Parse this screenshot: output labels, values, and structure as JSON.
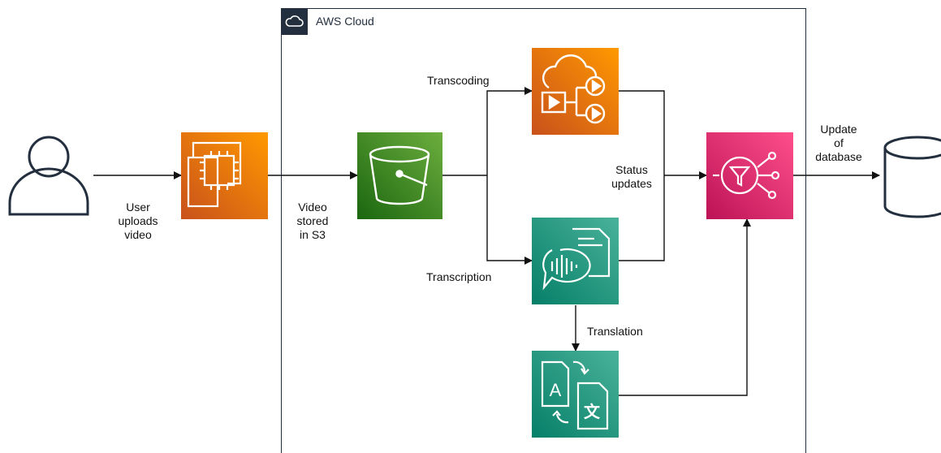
{
  "cloud": {
    "title": "AWS Cloud",
    "icon": "cloud-icon"
  },
  "labels": {
    "user_uploads": "User\nuploads\nvideo",
    "video_stored": "Video\nstored\nin S3",
    "transcoding": "Transcoding",
    "transcription": "Transcription",
    "translation": "Translation",
    "status_updates": "Status\nupdates",
    "update_database": "Update\nof\ndatabase"
  },
  "nodes": [
    {
      "id": "user",
      "icon": "user-icon",
      "color": "#232f3e"
    },
    {
      "id": "ec2",
      "icon": "ec2-chip-icon",
      "color": "#ed7100"
    },
    {
      "id": "s3",
      "icon": "s3-bucket-icon",
      "color": "#3f8624"
    },
    {
      "id": "mediaconvert",
      "icon": "media-convert-icon",
      "color": "#ed7100"
    },
    {
      "id": "transcribe",
      "icon": "transcribe-icon",
      "color": "#01a88d"
    },
    {
      "id": "translate",
      "icon": "translate-icon",
      "color": "#01a88d"
    },
    {
      "id": "sns",
      "icon": "sns-icon",
      "color": "#e7157b"
    },
    {
      "id": "database",
      "icon": "database-icon",
      "color": "#232f3e"
    }
  ]
}
